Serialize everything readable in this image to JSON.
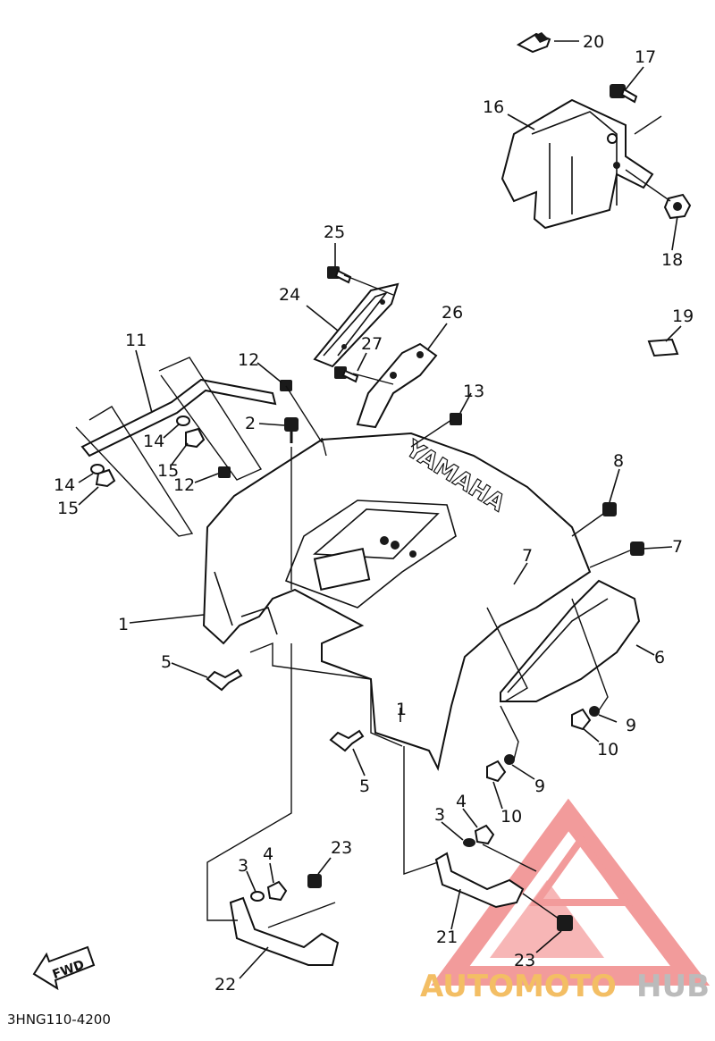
{
  "diagram": {
    "code": "3HNG110-4200",
    "fwd_label": "FWD",
    "body_emboss": "YAMAHA",
    "callouts": [
      {
        "id": "c20",
        "label": "20"
      },
      {
        "id": "c17",
        "label": "17"
      },
      {
        "id": "c16",
        "label": "16"
      },
      {
        "id": "c18",
        "label": "18"
      },
      {
        "id": "c25",
        "label": "25"
      },
      {
        "id": "c24",
        "label": "24"
      },
      {
        "id": "c26",
        "label": "26"
      },
      {
        "id": "c19",
        "label": "19"
      },
      {
        "id": "c11",
        "label": "11"
      },
      {
        "id": "c12a",
        "label": "12"
      },
      {
        "id": "c27",
        "label": "27"
      },
      {
        "id": "c13",
        "label": "13"
      },
      {
        "id": "c2",
        "label": "2"
      },
      {
        "id": "c14a",
        "label": "14"
      },
      {
        "id": "c15a",
        "label": "15"
      },
      {
        "id": "c12b",
        "label": "12"
      },
      {
        "id": "c14b",
        "label": "14"
      },
      {
        "id": "c15b",
        "label": "15"
      },
      {
        "id": "c8",
        "label": "8"
      },
      {
        "id": "c7a",
        "label": "7"
      },
      {
        "id": "c7b",
        "label": "7"
      },
      {
        "id": "c1a",
        "label": "1"
      },
      {
        "id": "c6",
        "label": "6"
      },
      {
        "id": "c5a",
        "label": "5"
      },
      {
        "id": "c9a",
        "label": "9"
      },
      {
        "id": "c10a",
        "label": "10"
      },
      {
        "id": "c1b",
        "label": "1"
      },
      {
        "id": "c5b",
        "label": "5"
      },
      {
        "id": "c9b",
        "label": "9"
      },
      {
        "id": "c10b",
        "label": "10"
      },
      {
        "id": "c4a",
        "label": "4"
      },
      {
        "id": "c3a",
        "label": "3"
      },
      {
        "id": "c23a",
        "label": "23"
      },
      {
        "id": "c4b",
        "label": "4"
      },
      {
        "id": "c3b",
        "label": "3"
      },
      {
        "id": "c21",
        "label": "21"
      },
      {
        "id": "c23b",
        "label": "23"
      },
      {
        "id": "c22",
        "label": "22"
      }
    ]
  },
  "watermark": {
    "text_part1": "AUTOMOTO",
    "text_part2": "HUB",
    "color_primary": "#f08a8a",
    "color_secondary": "#c8c8c8",
    "color_accent": "#f2b34a"
  }
}
